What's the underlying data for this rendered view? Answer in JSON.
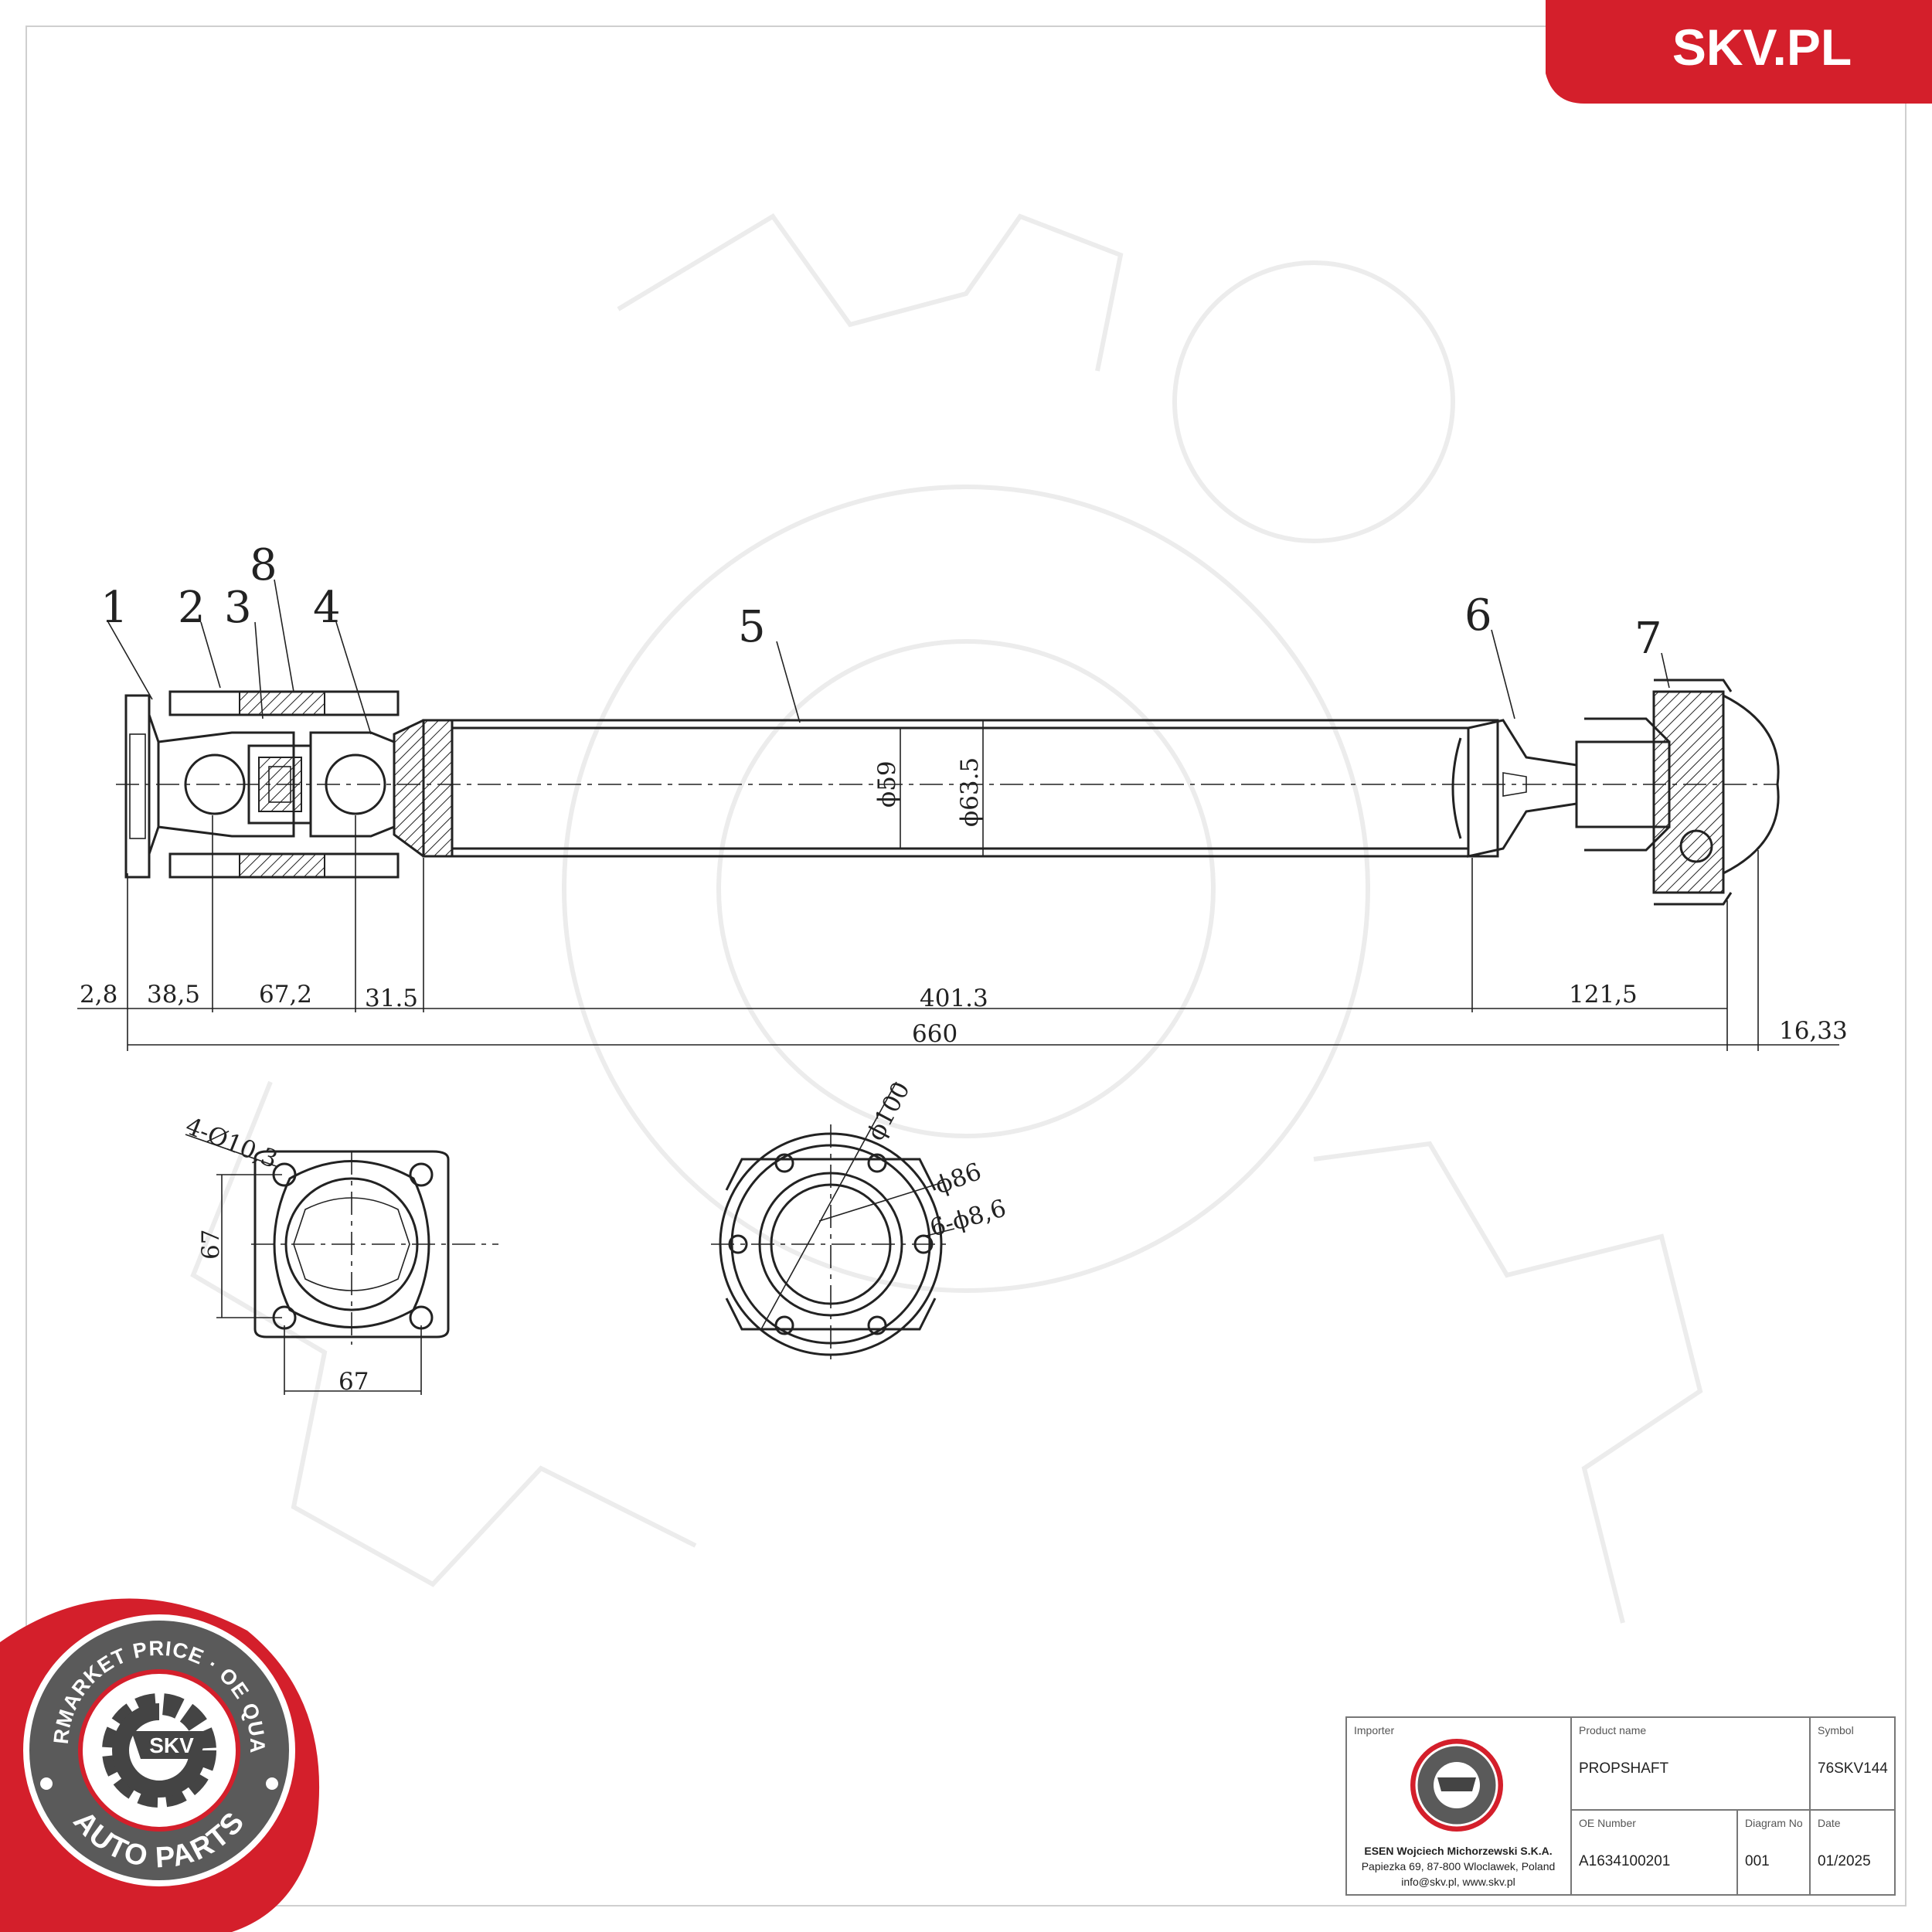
{
  "brand": {
    "site": "SKV.PL",
    "colors": {
      "red": "#d41f2b",
      "ink": "#222222",
      "watermark": "#eeeeee"
    },
    "badge": {
      "ring_top": "AFTERMARKET PRICE · OE QUALITY",
      "ring_bottom": "AUTO PARTS",
      "center": "SKV"
    }
  },
  "part_labels": [
    "1",
    "2",
    "3",
    "4",
    "5",
    "6",
    "7",
    "8"
  ],
  "dimensions": {
    "d1": "2,8",
    "d2": "38,5",
    "d3": "67,2",
    "d4": "31.5",
    "d5": "401.3",
    "d6": "121,5",
    "total": "660",
    "end": "16,33",
    "tube_inner": "ϕ59",
    "tube_outer": "ϕ63.5"
  },
  "flange_views": {
    "square": {
      "holes": "4-Ø10,3",
      "height": "67",
      "width": "67"
    },
    "round": {
      "pcd_outer": "ϕ100",
      "pcd": "ϕ86",
      "holes": "6-ϕ8,6"
    }
  },
  "title_block": {
    "importer_caption": "Importer",
    "importer_name": "ESEN Wojciech Michorzewski S.K.A.",
    "importer_address": "Papiezka 69, 87-800 Wloclawek, Poland",
    "importer_contact": "info@skv.pl, www.skv.pl",
    "product_caption": "Product name",
    "product": "PROPSHAFT",
    "symbol_caption": "Symbol",
    "symbol": "76SKV144",
    "oe_caption": "OE Number",
    "oe": "A1634100201",
    "diagram_caption": "Diagram No",
    "diagram": "001",
    "date_caption": "Date",
    "date": "01/2025"
  }
}
